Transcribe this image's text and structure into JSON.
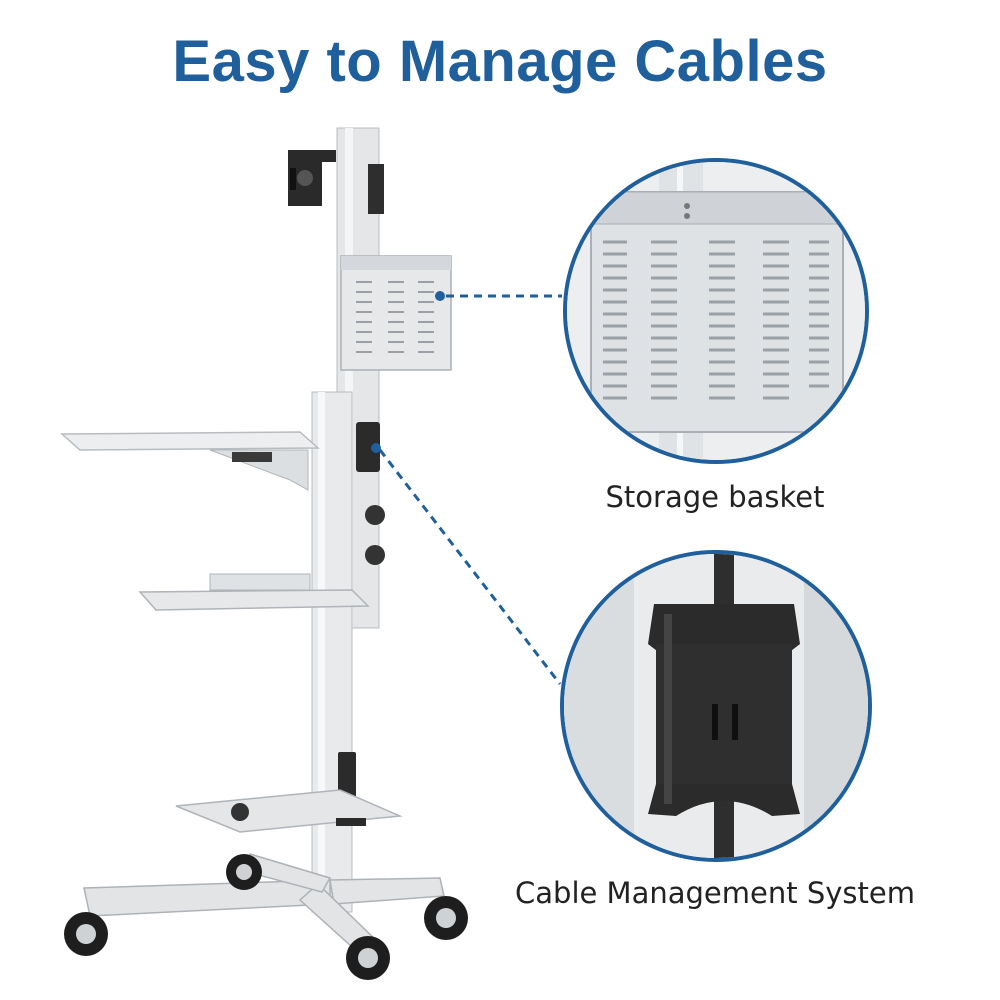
{
  "headline": "Easy to Manage Cables",
  "callouts": [
    {
      "label": "Storage basket"
    },
    {
      "label": "Cable Management System"
    }
  ],
  "colors": {
    "accent": "#1f5f9c",
    "frame": "#dcdfe2",
    "clip": "#2b2b2b"
  }
}
